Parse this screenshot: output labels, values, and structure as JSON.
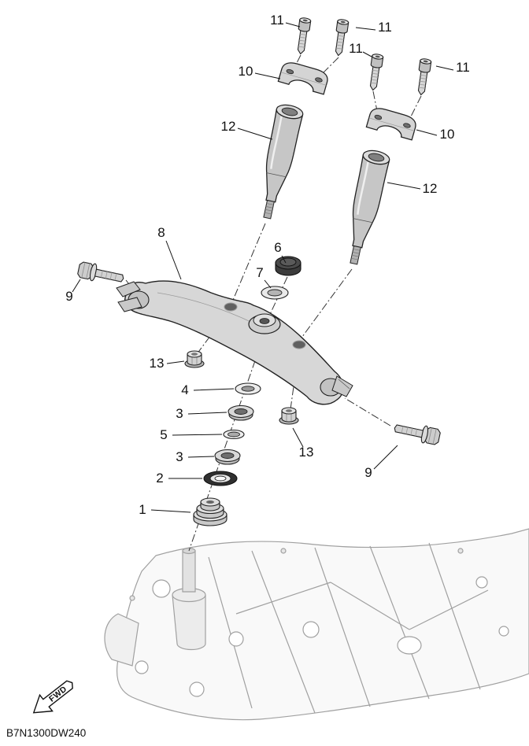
{
  "meta": {
    "diagram_code": "B7N1300DW240"
  },
  "fwd": {
    "label": "FWD"
  },
  "callouts": [
    "11",
    "11",
    "11",
    "11",
    "10",
    "10",
    "12",
    "12",
    "8",
    "6",
    "7",
    "9",
    "9",
    "13",
    "13",
    "4",
    "3",
    "5",
    "3",
    "2",
    "1"
  ],
  "colors": {
    "line": "#222222",
    "frame_line": "#a0a0a0",
    "dark_part": "#3c3c3c"
  }
}
